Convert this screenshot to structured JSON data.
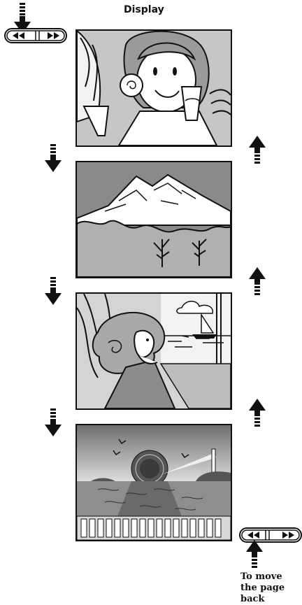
{
  "header": {
    "title": "Display"
  },
  "footer": {
    "caption_line1": "To move",
    "caption_line2": "the page back"
  },
  "scenes": [
    {
      "name": "cartoon-woman-with-glass"
    },
    {
      "name": "mountain-landscape"
    },
    {
      "name": "woman-at-seaside-window"
    },
    {
      "name": "sunset-over-sea"
    }
  ]
}
